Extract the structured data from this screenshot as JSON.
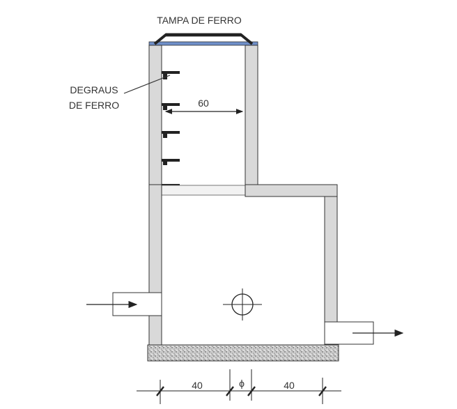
{
  "labels": {
    "lid": "TAMPA DE FERRO",
    "steps_line1": "DEGRAUS",
    "steps_line2": "DE FERRO",
    "shaft_width": "60",
    "dim_left": "40",
    "dim_pipe": "ϕ",
    "dim_right": "40"
  },
  "colors": {
    "wall": "#d9d9d9",
    "lid": "#6f8fc9",
    "line": "#222222"
  }
}
